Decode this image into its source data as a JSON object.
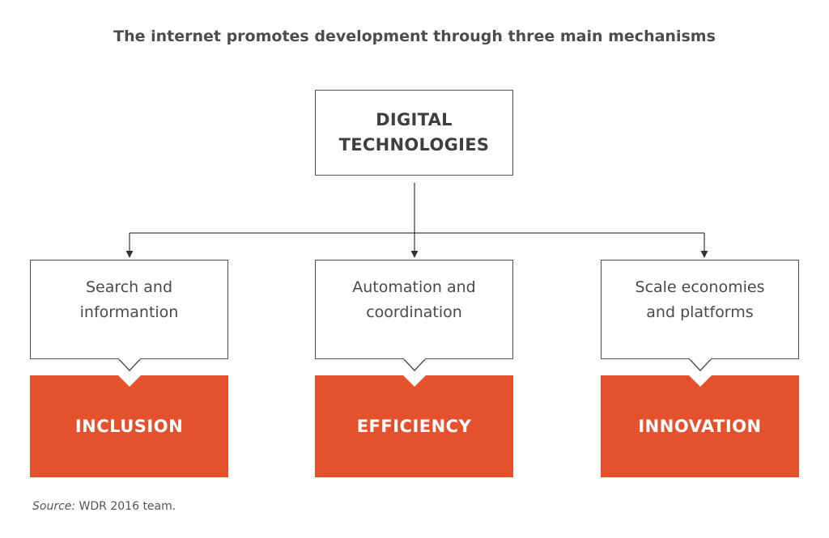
{
  "title": "The internet promotes development through three main mechanisms",
  "root": {
    "label_line1": "DIGITAL",
    "label_line2": "TECHNOLOGIES"
  },
  "mechanisms": [
    {
      "line1": "Search and",
      "line2": "informantion",
      "outcome": "INCLUSION"
    },
    {
      "line1": "Automation and",
      "line2": "coordination",
      "outcome": "EFFICIENCY"
    },
    {
      "line1": "Scale economies",
      "line2": "and platforms",
      "outcome": "INNOVATION"
    }
  ],
  "source": {
    "prefix": "Source:",
    "text": " WDR 2016 team."
  },
  "colors": {
    "outcome_fill": "#e4512d",
    "line": "#555555",
    "text": "#4a4a4a"
  }
}
